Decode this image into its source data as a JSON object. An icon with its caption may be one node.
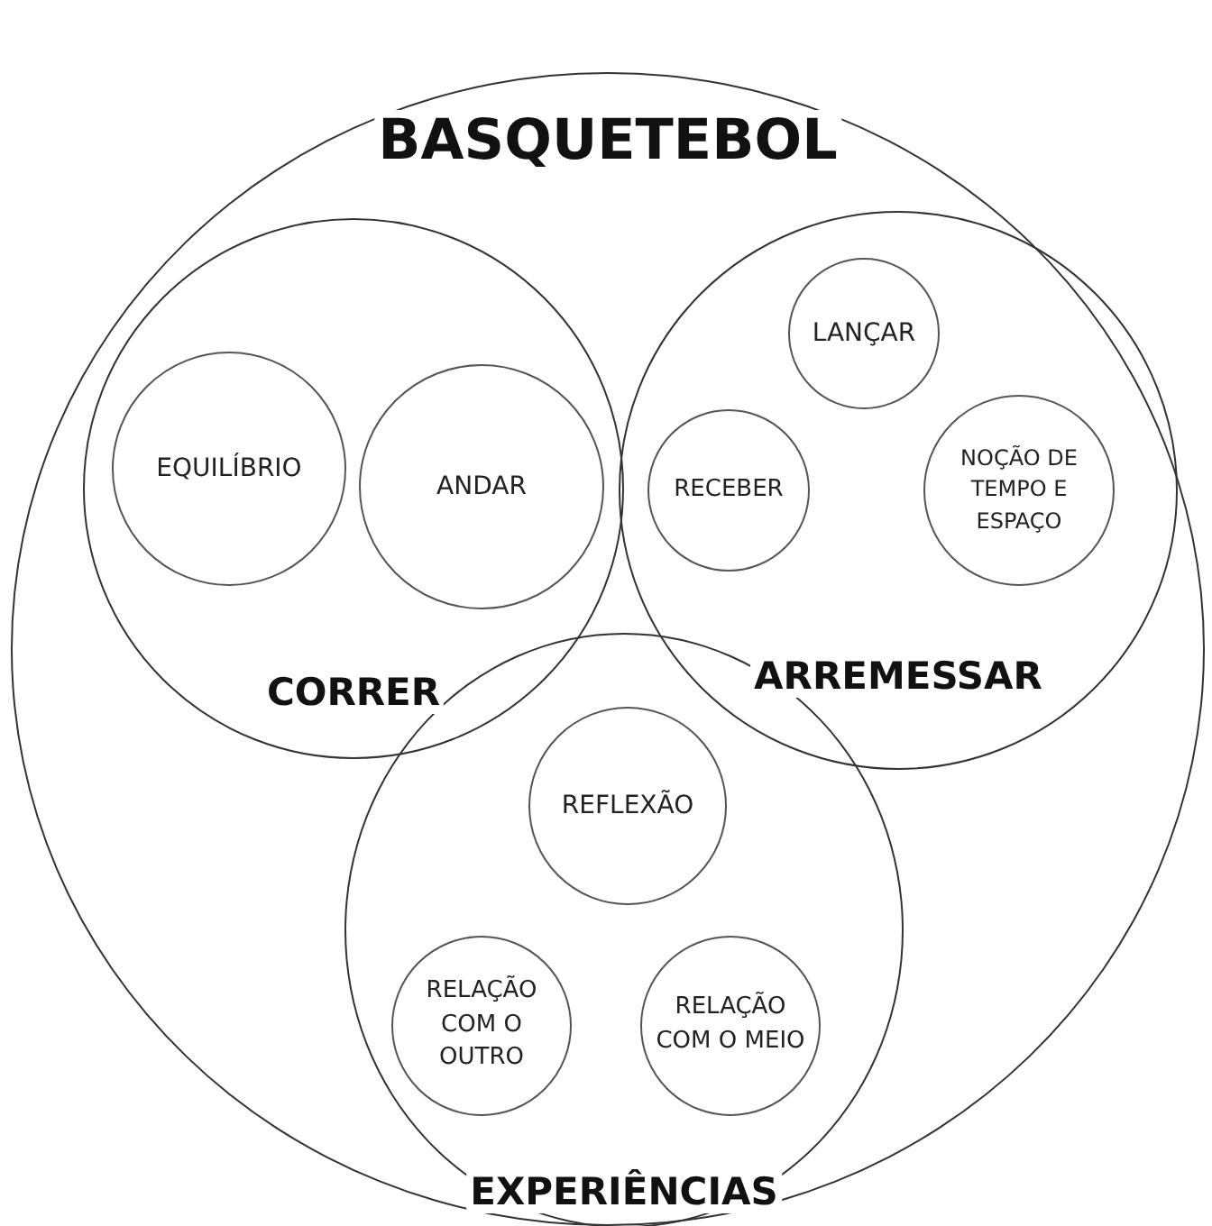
{
  "diagram": {
    "nodes": [
      {
        "text": [
          "BASQUETEBOL"
        ]
      },
      {
        "text": [
          "CORRER"
        ],
        "in": 0
      },
      {
        "text": [
          "EQUILÍBRIO"
        ],
        "in": 1
      },
      {
        "text": [
          "ANDAR"
        ],
        "in": 1
      },
      {
        "text": [
          "ARREMESSAR"
        ],
        "in": 0
      },
      {
        "text": [
          "LANÇAR"
        ],
        "in": 4
      },
      {
        "text": [
          "RECEBER"
        ],
        "in": 4
      },
      {
        "text": [
          "NOÇÃO DE TEMPO E ESPAÇO"
        ],
        "in": 4
      },
      {
        "text": [
          "EXPERIÊNCIAS"
        ],
        "in": 0
      },
      {
        "text": [
          "REFLEXÃO"
        ],
        "in": 8
      },
      {
        "text": [
          "RELAÇÃO COM O OUTRO"
        ],
        "in": 8
      },
      {
        "text": [
          "RELAÇÃO COM O MEIO"
        ],
        "in": 8
      }
    ]
  }
}
